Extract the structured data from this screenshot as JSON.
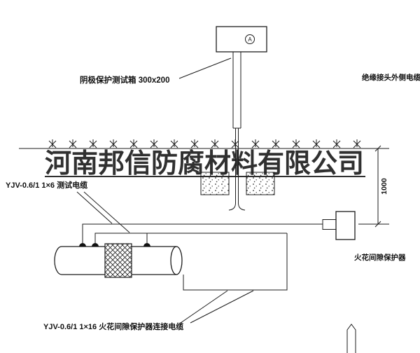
{
  "labels": {
    "test_box": "阴极保护测试箱 300x200",
    "right_cable": "绝缘接头外侧电缆",
    "watermark": "河南邦信防腐材料有限公司",
    "test_cable": "YJV-0.6/1 1×6  测试电缆",
    "bottom_cable": "YJV-0.6/1 1×16  火花间隙保护器连接电缆",
    "spark_gap": "火花间隙保护器",
    "dimension": "1000",
    "meter": "A"
  },
  "colors": {
    "line": "#1c1c1c",
    "background": "#ffffff",
    "watermark": "#1a1a1a"
  }
}
